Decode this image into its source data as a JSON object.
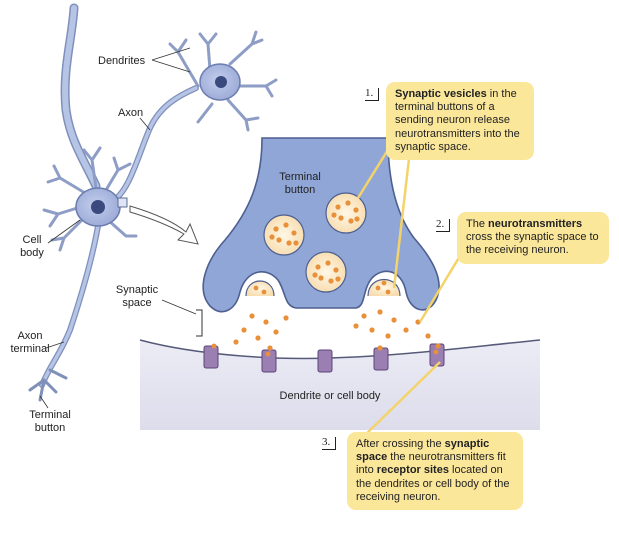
{
  "labels": {
    "dendrites": "Dendrites",
    "axon": "Axon",
    "cell_body_1": "Cell",
    "cell_body_2": "body",
    "axon_terminal_1": "Axon",
    "axon_terminal_2": "terminal",
    "terminal_button_1": "Terminal",
    "terminal_button_2": "button",
    "synaptic_space_1": "Synaptic",
    "synaptic_space_2": "space",
    "inner_terminal_1": "Terminal",
    "inner_terminal_2": "button",
    "dendrite_body": "Dendrite or cell body"
  },
  "callouts": [
    {
      "number": "1.",
      "bold": "Synaptic vesicles",
      "text": " in the terminal buttons of a sending neuron release neurotransmitters into the synaptic space."
    },
    {
      "number": "2.",
      "pre": "The ",
      "bold": "neurotransmitters",
      "text": " cross the synaptic space to the receiving neuron."
    },
    {
      "number": "3.",
      "pre": "After crossing the ",
      "bold": "synaptic space",
      "mid": " the neurotransmitters fit into ",
      "bold2": "receptor sites",
      "text": " located on the dendrites or cell body of the receiving neuron."
    }
  ],
  "colors": {
    "neuron": "#aebfe0",
    "neuron_stroke": "#5d6f96",
    "terminal": "#8fa6d6",
    "vesicle": "#fbe8c4",
    "transmitter": "#e8913a",
    "callout": "#fbe79a",
    "receptor": "#9b7fb3",
    "membrane": "#d6d6e8"
  }
}
